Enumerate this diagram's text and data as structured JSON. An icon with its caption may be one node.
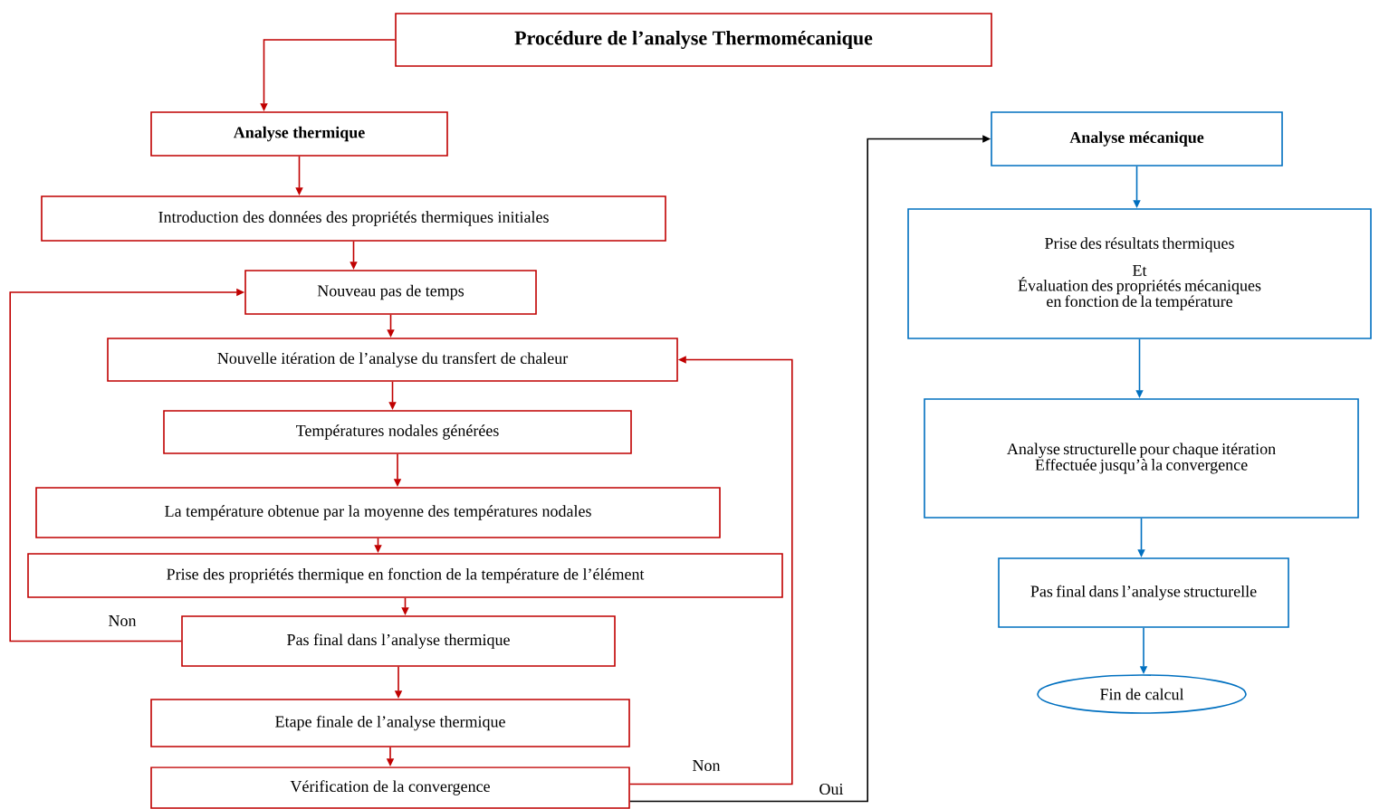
{
  "diagram": {
    "nodes": [
      {
        "text": [
          "Procédure de l’analyse Thermomécanique"
        ]
      },
      {
        "text": [
          "Analyse thermique"
        ]
      },
      {
        "text": [
          "Introduction des données des propriétés thermiques initiales"
        ]
      },
      {
        "text": [
          "Nouveau pas de temps"
        ]
      },
      {
        "text": [
          "Nouvelle itération de l’analyse du transfert de chaleur"
        ]
      },
      {
        "text": [
          "Températures nodales générées"
        ]
      },
      {
        "text": [
          "La température obtenue par la moyenne des températures nodales"
        ]
      },
      {
        "text": [
          "Prise des propriétés thermique en fonction de la température de l’élément"
        ]
      },
      {
        "text": [
          "Pas final dans l’analyse thermique"
        ]
      },
      {
        "text": [
          "Etape finale de l’analyse thermique"
        ]
      },
      {
        "text": [
          "Vérification de la convergence"
        ]
      },
      {
        "text": [
          "Analyse mécanique"
        ]
      },
      {
        "text": [
          "Prise des résultats thermiques",
          "Et",
          "Évaluation des propriétés mécaniques en fonction de la température"
        ]
      },
      {
        "text": [
          "Analyse structurelle pour chaque itération",
          "Effectuée jusqu’à la convergence"
        ]
      },
      {
        "text": [
          "Pas final dans l’analyse structurelle"
        ]
      },
      {
        "text": [
          "Fin de calcul"
        ]
      }
    ],
    "edges": [
      {
        "from": 0,
        "to": 1,
        "arrow": "to"
      },
      {
        "from": 1,
        "to": 2,
        "arrow": "to"
      },
      {
        "from": 2,
        "to": 3,
        "arrow": "to"
      },
      {
        "from": 3,
        "to": 4,
        "arrow": "to"
      },
      {
        "from": 4,
        "to": 5,
        "arrow": "to"
      },
      {
        "from": 5,
        "to": 6,
        "arrow": "to"
      },
      {
        "from": 6,
        "to": 7,
        "arrow": "to"
      },
      {
        "from": 7,
        "to": 8,
        "arrow": "to"
      },
      {
        "from": 8,
        "to": 9,
        "arrow": "to"
      },
      {
        "from": 9,
        "to": 10,
        "arrow": "to"
      },
      {
        "from": 8,
        "to": 3,
        "arrow": "to",
        "label": "Non"
      },
      {
        "from": 10,
        "to": 4,
        "arrow": "to",
        "label": "Non"
      },
      {
        "from": 10,
        "to": 11,
        "arrow": "to",
        "label": "Oui",
        "color": "#000000"
      },
      {
        "from": 11,
        "to": 12,
        "arrow": "to",
        "color": "#0070c0"
      },
      {
        "from": 12,
        "to": 13,
        "arrow": "to",
        "color": "#0070c0"
      },
      {
        "from": 13,
        "to": 14,
        "arrow": "to",
        "color": "#0070c0"
      },
      {
        "from": 14,
        "to": 15,
        "arrow": "to",
        "color": "#0070c0"
      }
    ]
  }
}
